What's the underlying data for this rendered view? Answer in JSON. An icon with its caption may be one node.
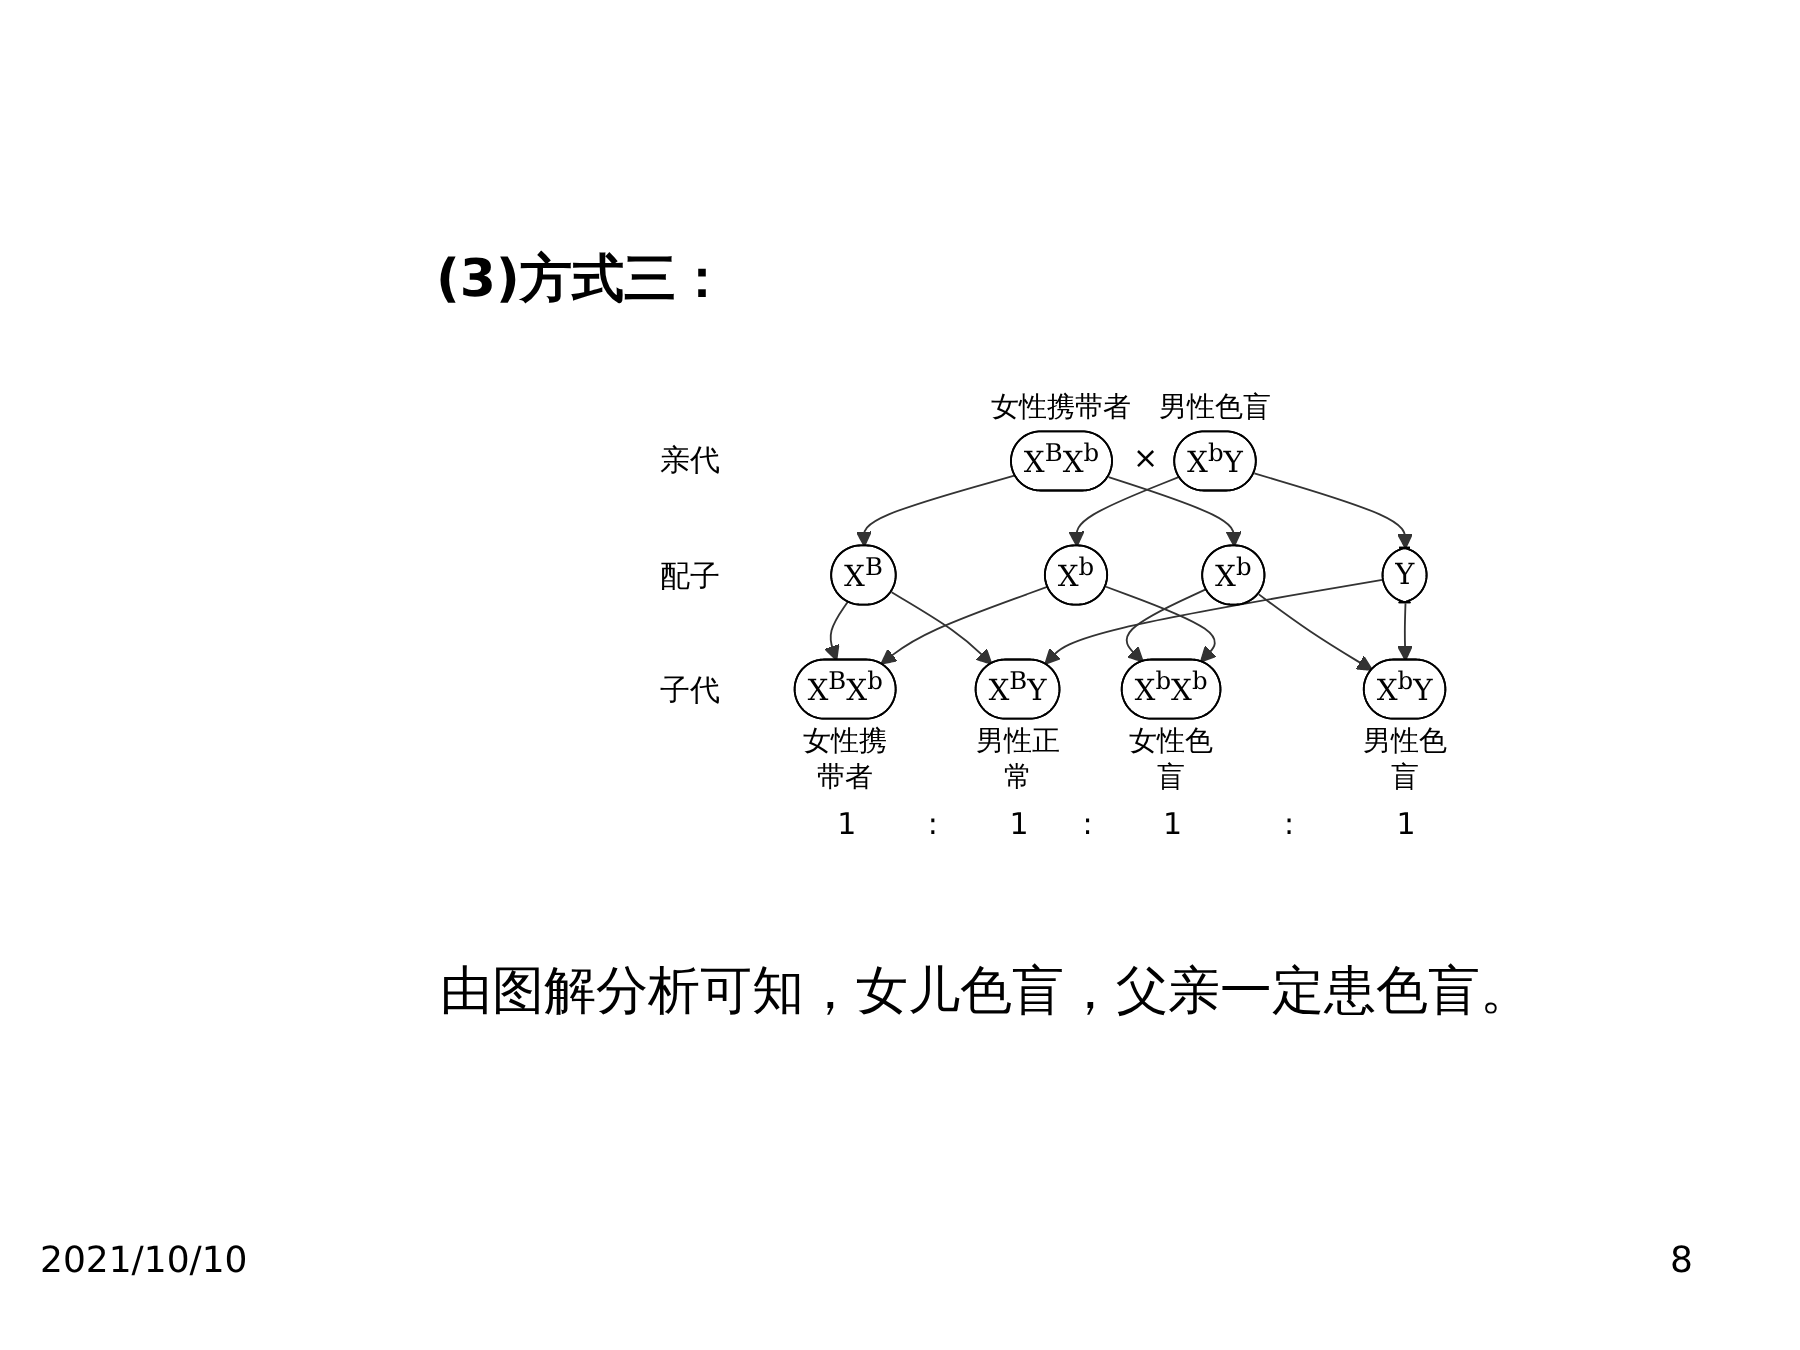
{
  "diagram": {
    "title": "(3)方式三：",
    "nodes": [
      {
        "text": [
          "X$^{B}$X$^{b}$"
        ],
        "beside": [
          "女性携带者"
        ]
      },
      {
        "text": [
          "X$^{b}$Y"
        ],
        "beside": [
          "男性色盲"
        ]
      },
      {
        "text": [
          "X$^{B}$"
        ]
      },
      {
        "text": [
          "X$^{b}$"
        ]
      },
      {
        "text": [
          "X$^{b}$"
        ]
      },
      {
        "text": [
          "Y"
        ]
      },
      {
        "text": [
          "X$^{B}$X$^{b}$"
        ],
        "beside": [
          "女性携带者"
        ]
      },
      {
        "text": [
          "X$^{b}$X$^{b}$"
        ],
        "beside": [
          "女性色盲"
        ]
      },
      {
        "text": [
          "X$^{B}$Y"
        ],
        "beside": [
          "男性正常"
        ]
      },
      {
        "text": [
          "X$^{b}$Y"
        ],
        "beside": [
          "男性色盲"
        ]
      }
    ],
    "edges": [
      {
        "from": 0,
        "to": 2,
        "arrow": "to"
      },
      {
        "from": 0,
        "to": 3,
        "arrow": "to"
      },
      {
        "from": 1,
        "to": 4,
        "arrow": "to"
      },
      {
        "from": 1,
        "to": 5,
        "arrow": "to"
      },
      {
        "from": 2,
        "to": 6,
        "arrow": "to"
      },
      {
        "from": 2,
        "to": 8,
        "arrow": "to"
      },
      {
        "from": 3,
        "to": 7,
        "arrow": "to"
      },
      {
        "from": 3,
        "to": 9,
        "arrow": "to"
      },
      {
        "from": 4,
        "to": 6,
        "arrow": "to"
      },
      {
        "from": 4,
        "to": 7,
        "arrow": "to"
      },
      {
        "from": 5,
        "to": 8,
        "arrow": "to"
      },
      {
        "from": 5,
        "to": 9,
        "arrow": "to"
      }
    ],
    "labels": [
      "亲代",
      "×",
      "配子",
      "子代",
      "1",
      ":",
      "1",
      ":",
      "1",
      ":",
      "1",
      "由图解分析可知，女儿色盲，父亲一定患色盲。",
      "2021/10/10",
      "8"
    ]
  }
}
